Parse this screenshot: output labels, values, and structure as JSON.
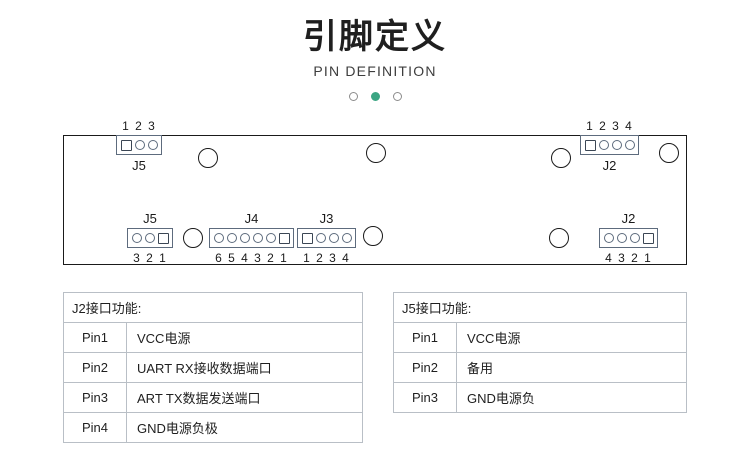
{
  "header": {
    "title": "引脚定义",
    "subtitle": "PIN DEFINITION",
    "dots": [
      {
        "name": "dot-1",
        "active": false
      },
      {
        "name": "dot-2",
        "active": true
      },
      {
        "name": "dot-3",
        "active": false
      }
    ],
    "accent_color": "#3ba583",
    "dot_outline_color": "#8c8c8c"
  },
  "board": {
    "outline_color": "#1a1a1a",
    "connector_color": "#5d6b7d",
    "connectors": {
      "top_left_j5": {
        "label": "J5",
        "pin_numbers": [
          "1",
          "2",
          "3"
        ],
        "pin_count": 3,
        "square_pin_index": 0
      },
      "top_right_j2": {
        "label": "J2",
        "pin_numbers": [
          "1",
          "2",
          "3",
          "4"
        ],
        "pin_count": 4,
        "square_pin_index": 0
      },
      "bottom_j5": {
        "label": "J5",
        "pin_numbers": [
          "3",
          "2",
          "1"
        ],
        "pin_count": 3,
        "square_pin_index": 2
      },
      "bottom_j4": {
        "label": "J4",
        "pin_numbers": [
          "6",
          "5",
          "4",
          "3",
          "2",
          "1"
        ],
        "pin_count": 6,
        "square_pin_index": 5
      },
      "bottom_j3": {
        "label": "J3",
        "pin_numbers": [
          "1",
          "2",
          "3",
          "4"
        ],
        "pin_count": 4,
        "square_pin_index": 0
      },
      "bottom_right_j2": {
        "label": "J2",
        "pin_numbers": [
          "4",
          "3",
          "2",
          "1"
        ],
        "pin_count": 4,
        "square_pin_index": 3
      }
    }
  },
  "tables": {
    "j2": {
      "header": "J2接口功能:",
      "rows": [
        {
          "pin": "Pin1",
          "desc": "VCC电源"
        },
        {
          "pin": "Pin2",
          "desc": "UART  RX接收数据端口"
        },
        {
          "pin": "Pin3",
          "desc": "ART  TX数据发送端口"
        },
        {
          "pin": "Pin4",
          "desc": "GND电源负极"
        }
      ]
    },
    "j5": {
      "header": "J5接口功能:",
      "rows": [
        {
          "pin": "Pin1",
          "desc": "VCC电源"
        },
        {
          "pin": "Pin2",
          "desc": "备用"
        },
        {
          "pin": "Pin3",
          "desc": "GND电源负"
        }
      ]
    }
  }
}
